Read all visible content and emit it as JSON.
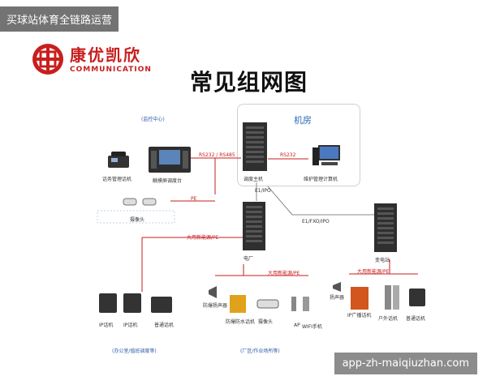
{
  "banner": {
    "text": "买球站体育全链路运营"
  },
  "watermark": {
    "text": "app-zh-maiqiuzhan.com"
  },
  "logo": {
    "cn": "康优凯欣",
    "en": "COMMUNICATION"
  },
  "diagram": {
    "title": "常见组网图",
    "room_label": "机房",
    "monitor_center_label": "(监控中心)",
    "dispatch_host": "调度主机",
    "dispatch_phone": "话务管理话机",
    "touch_console": "触摸屏调度台",
    "maint_pc": "维护管理计算机",
    "camera": "摄像头",
    "e1ipo": "E1/IPO",
    "e1fxoipo": "E1/FXO/IPO",
    "factory": "电厂",
    "substation": "变电站",
    "rs232a": "RS232 / RS485",
    "rs232b": "RS232",
    "pe": "PE",
    "ethernet_pe_1": "大用新能源/PE",
    "ethernet_pe_2": "大用新能源/PE",
    "ethernet_pe_3": "大用新能源/PE",
    "ip_phone_1": "IP话机",
    "ip_phone_2": "IP话机",
    "normal_phone": "普通话机",
    "office_label": "(办公室/值班调度等)",
    "workshop_label": "(厂区/作业场所等)",
    "horn": "防爆扬声器",
    "explosion_phone": "防爆防水话机",
    "camera2": "摄像头",
    "ap": "AP",
    "wifi_phone": "WIFI手机",
    "speaker": "扬声器",
    "ip_broadcast": "IP广播话机",
    "ip_broadcast_sub": "户外话机",
    "normal_phone_sub": "普通话机"
  }
}
